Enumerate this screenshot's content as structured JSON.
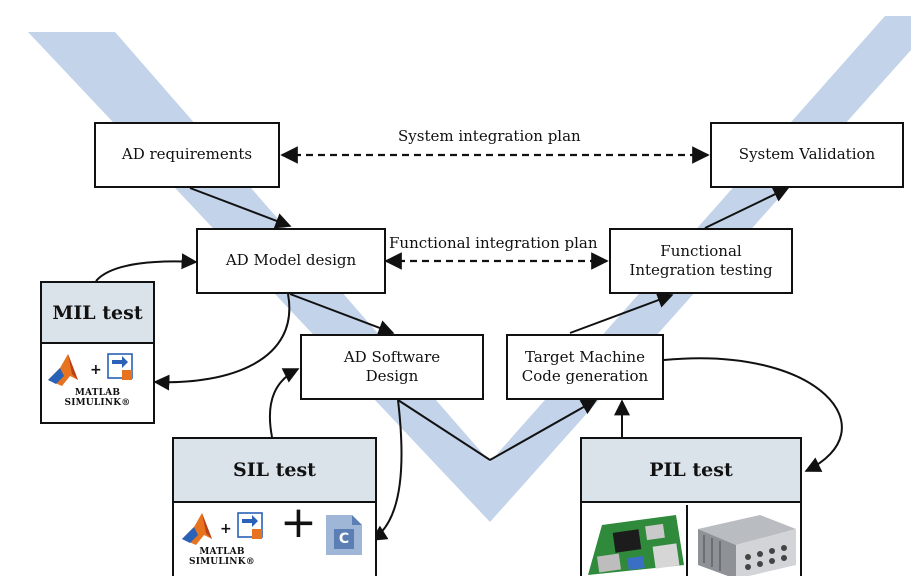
{
  "boxes": {
    "ad_requirements": "AD requirements",
    "system_validation": "System Validation",
    "ad_model_design": "AD Model design",
    "functional_integration_line1": "Functional",
    "functional_integration_line2": "Integration testing",
    "ad_software_line1": "AD Software",
    "ad_software_line2": "Design",
    "target_machine_line1": "Target Machine",
    "target_machine_line2": "Code generation"
  },
  "links": {
    "system_integration_plan": "System integration plan",
    "functional_integration_plan": "Functional integration plan"
  },
  "tests": {
    "mil": {
      "title": "MIL test",
      "logo_line1": "MATLAB",
      "logo_line2": "SIMULINK®"
    },
    "sil": {
      "title": "SIL test",
      "logo_line1": "MATLAB",
      "logo_line2": "SIMULINK®",
      "plus": "+",
      "file_letter": "C"
    },
    "pil": {
      "title": "PIL test"
    }
  },
  "colors": {
    "v_shape": "#b8cbe6",
    "test_header": "#dbe3ea",
    "matlab": "#e8731f",
    "simulink": "#2a62b8",
    "c_file": "#5b7fb4"
  }
}
